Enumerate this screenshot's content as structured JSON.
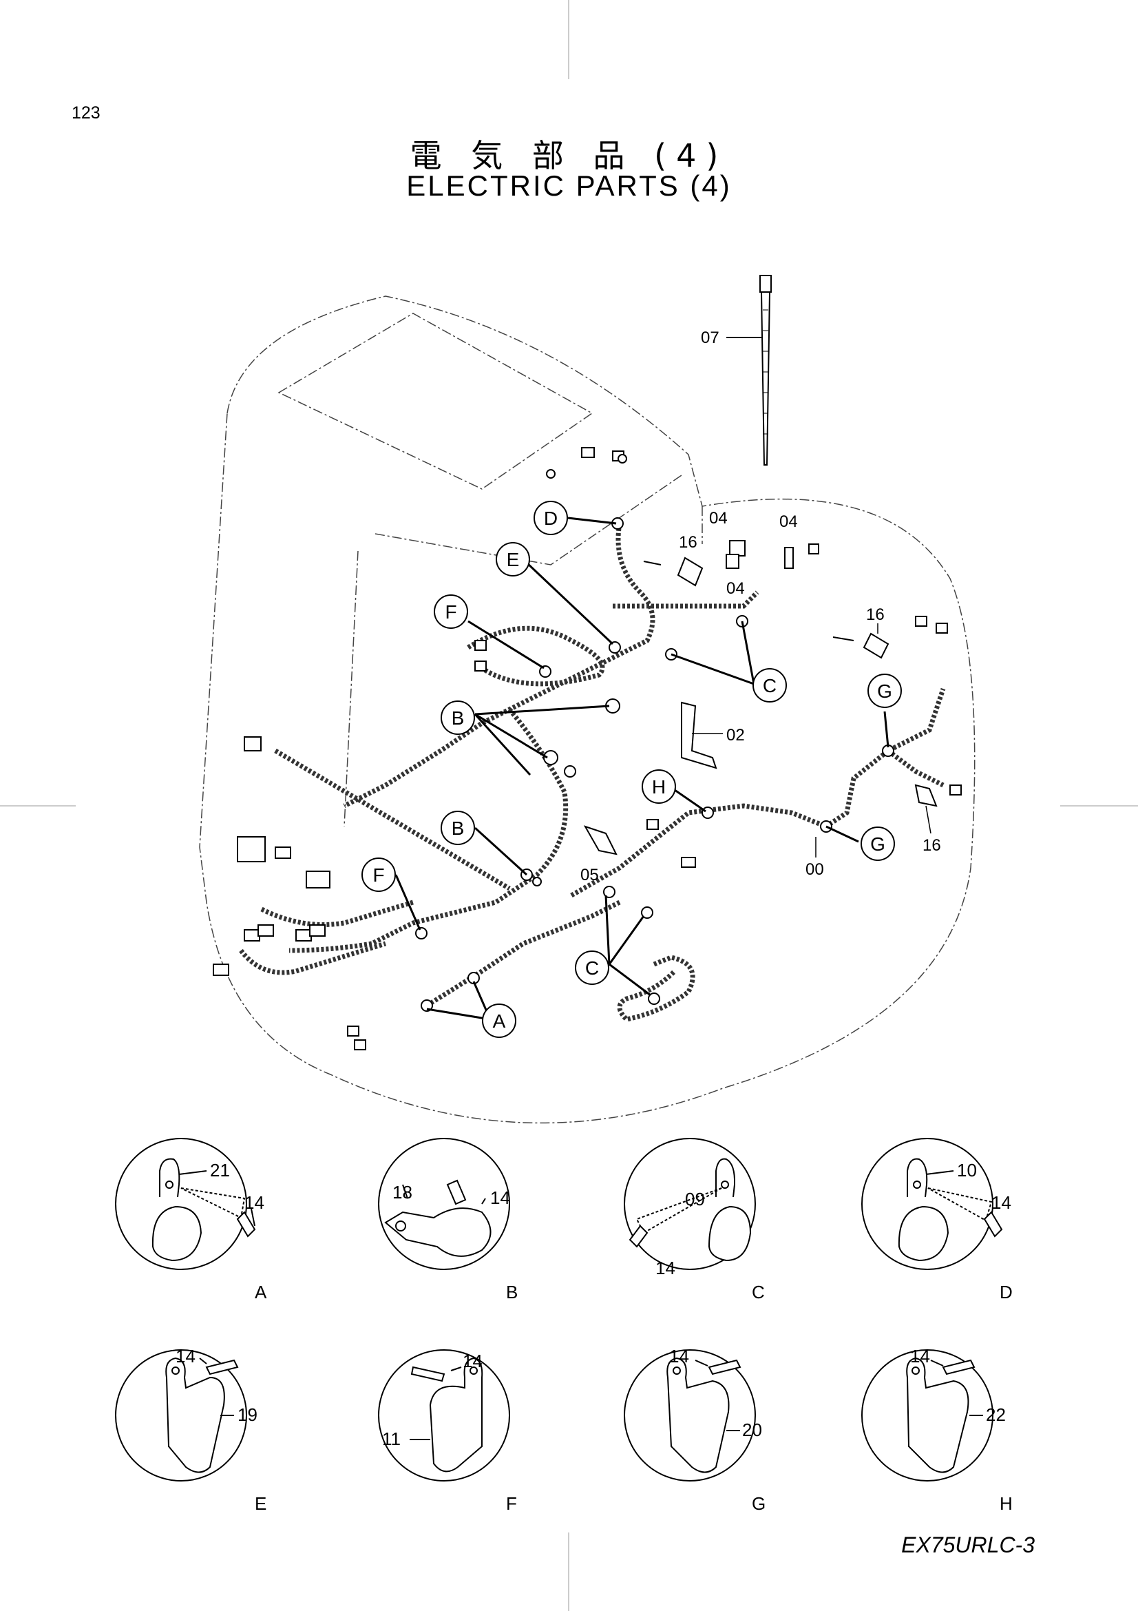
{
  "page": {
    "number": "123",
    "title_jp": "電 気 部 品 (4)",
    "title_en": "ELECTRIC PARTS (4)",
    "model_code": "EX75URLC-3"
  },
  "main_view": {
    "part_numbers": [
      "07",
      "04",
      "04",
      "04",
      "16",
      "16",
      "16",
      "02",
      "05",
      "00"
    ],
    "view_callouts": [
      "D",
      "E",
      "F",
      "B",
      "C",
      "G",
      "H",
      "B",
      "G",
      "F",
      "C",
      "A"
    ]
  },
  "details": [
    {
      "letter": "A",
      "parts": [
        "21",
        "14"
      ]
    },
    {
      "letter": "B",
      "parts": [
        "18",
        "14"
      ]
    },
    {
      "letter": "C",
      "parts": [
        "09",
        "14"
      ]
    },
    {
      "letter": "D",
      "parts": [
        "10",
        "14"
      ]
    },
    {
      "letter": "E",
      "parts": [
        "14",
        "19"
      ]
    },
    {
      "letter": "F",
      "parts": [
        "14",
        "11"
      ]
    },
    {
      "letter": "G",
      "parts": [
        "14",
        "20"
      ]
    },
    {
      "letter": "H",
      "parts": [
        "14",
        "22"
      ]
    }
  ]
}
